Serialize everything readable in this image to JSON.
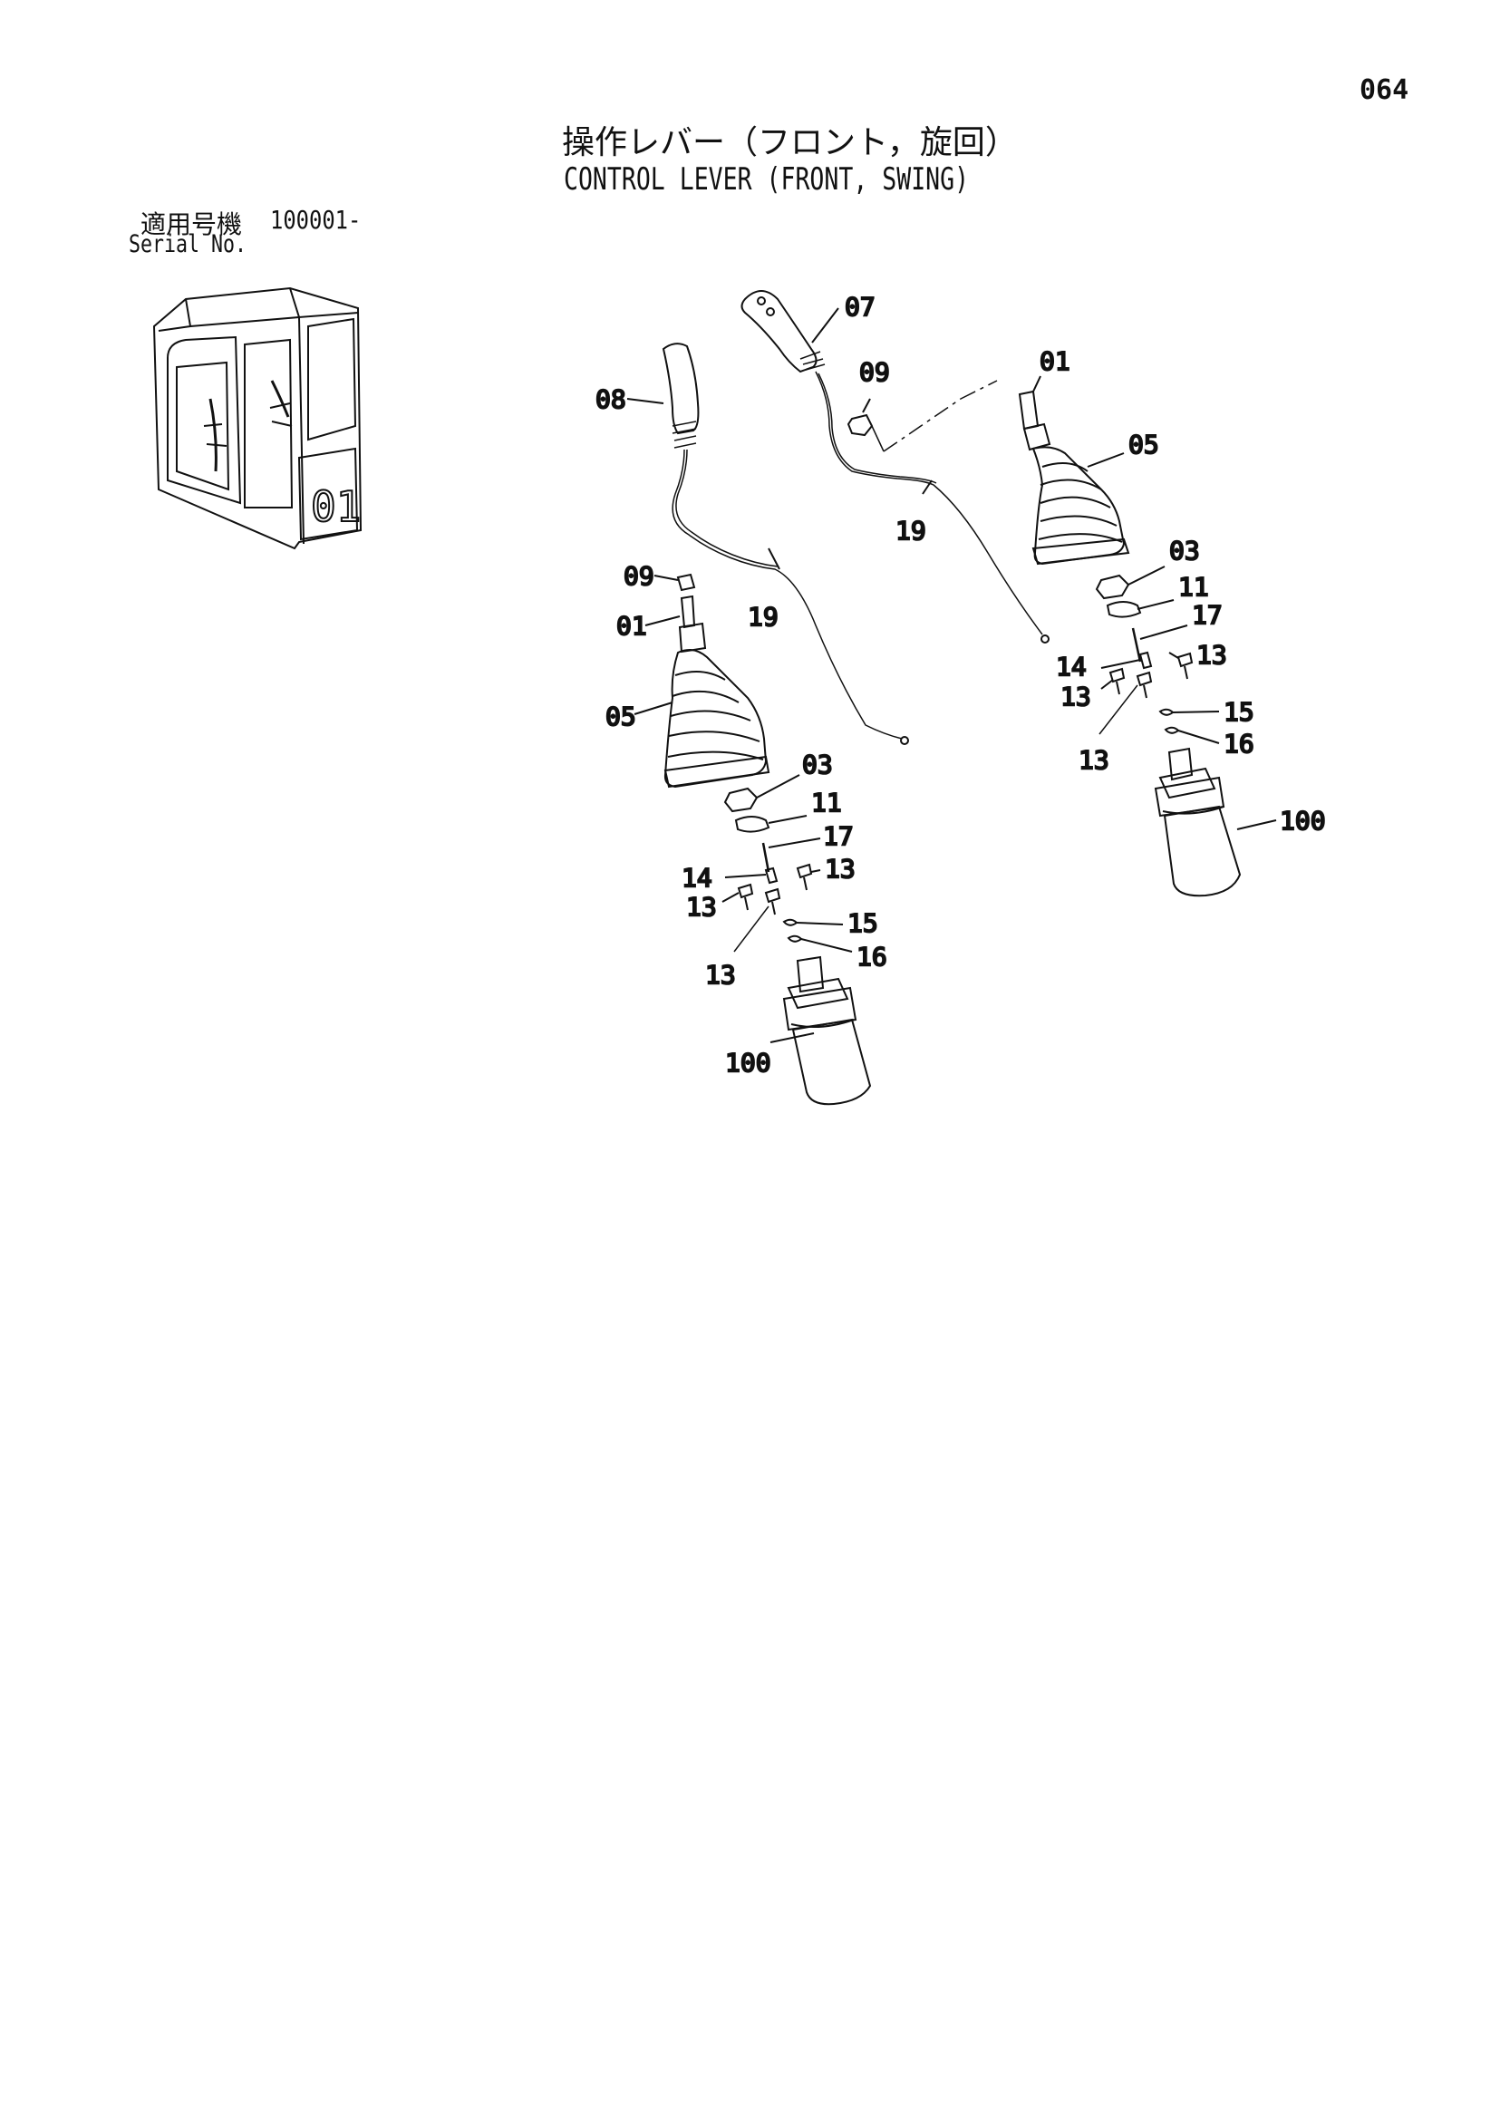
{
  "header": {
    "page_number": "064",
    "title_jp": "操作レバー（フロント，旋回）",
    "title_en": "CONTROL LEVER (FRONT, SWING)"
  },
  "serial": {
    "label_jp": "適用号機",
    "value": "100001-",
    "label_en": "Serial No."
  },
  "cab_inset": {
    "cab_marking": "01"
  },
  "callouts": {
    "right": {
      "c07": "07",
      "c09": "09",
      "c01": "01",
      "c05": "05",
      "c19": "19",
      "c03": "03",
      "c11": "11",
      "c17": "17",
      "c14": "14",
      "c13a": "13",
      "c13b": "13",
      "c13c": "13",
      "c15": "15",
      "c16": "16",
      "c100": "100"
    },
    "left": {
      "c08": "08",
      "c09": "09",
      "c01": "01",
      "c19": "19",
      "c05": "05",
      "c03": "03",
      "c11": "11",
      "c17": "17",
      "c14": "14",
      "c13a": "13",
      "c13b": "13",
      "c13c": "13",
      "c15": "15",
      "c16": "16",
      "c100": "100"
    }
  }
}
